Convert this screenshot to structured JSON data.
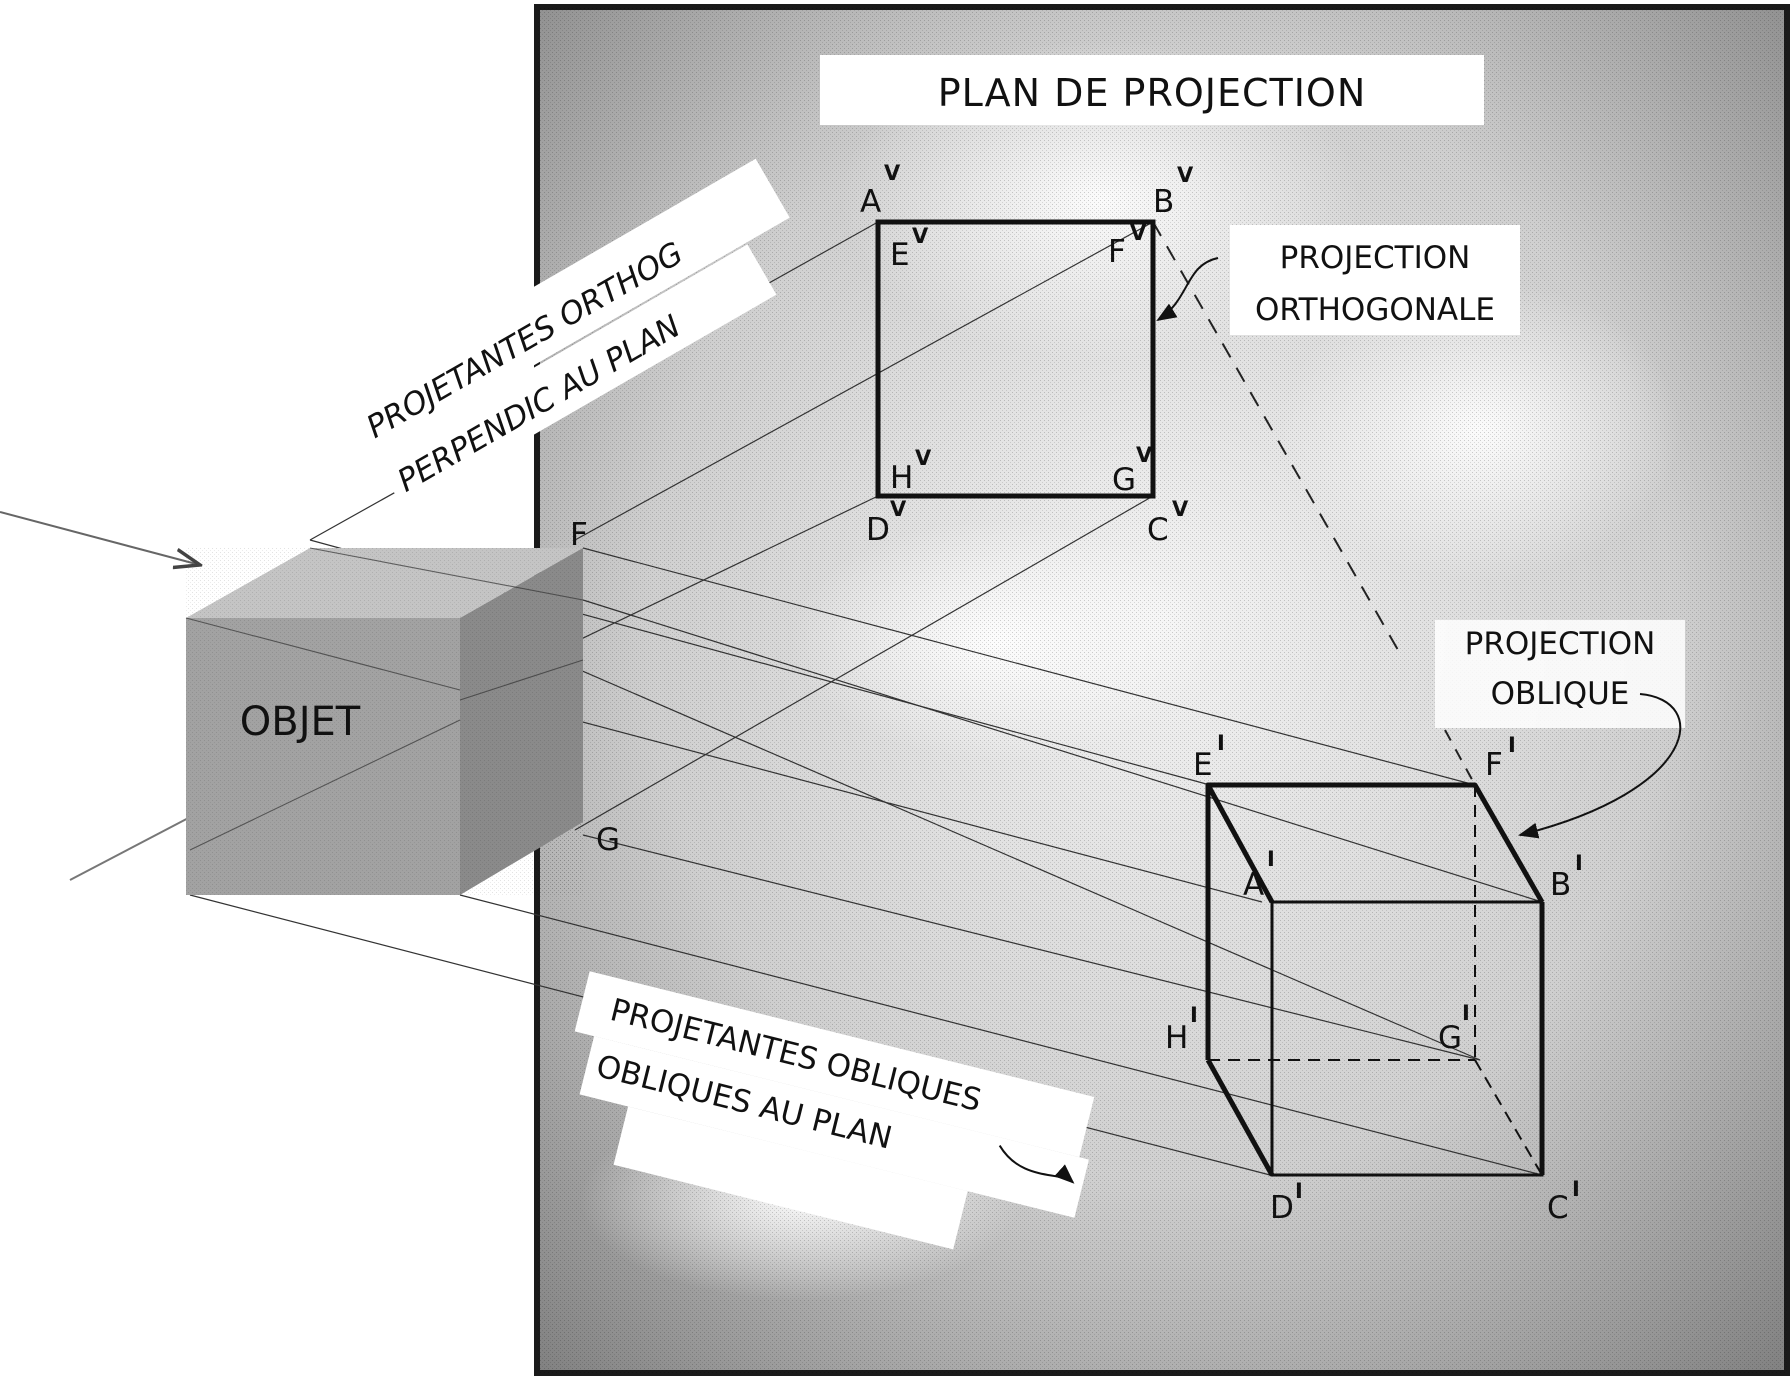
{
  "plane_title": "PLAN DE PROJECTION",
  "object_label": "OBJET",
  "orthographic_projectors_label": {
    "line1": "PROJETANTES ORTHOG",
    "line2": "PERPENDIC AU PLAN"
  },
  "orthographic_projection_label": {
    "line1": "PROJECTION",
    "line2": "ORTHOGONALE"
  },
  "oblique_projection_label": {
    "line1": "PROJECTION",
    "line2": "OBLIQUE"
  },
  "oblique_projectors_label": {
    "line1": "PROJETANTES OBLIQUES",
    "line2": "OBLIQUES AU PLAN"
  },
  "vertex_labels": {
    "orthographic": {
      "A": "A",
      "B": "B",
      "C": "C",
      "D": "D",
      "E": "E",
      "F": "F",
      "G": "G",
      "H": "H",
      "marker": "V"
    },
    "oblique": {
      "A": "A",
      "B": "B",
      "C": "C",
      "D": "D",
      "E": "E",
      "F": "F",
      "G": "G",
      "H": "H",
      "marker": "I"
    },
    "object": {
      "F": "F",
      "G": "G"
    }
  },
  "colors": {
    "ink": "#111111",
    "plane_border": "#1a1a1a",
    "plane_fill_light": "#f2f2f2",
    "plane_fill_dark": "#7a7a7a",
    "cube_front": "#9a9a9a",
    "cube_top": "#c4c4c4",
    "cube_side": "#808080"
  }
}
